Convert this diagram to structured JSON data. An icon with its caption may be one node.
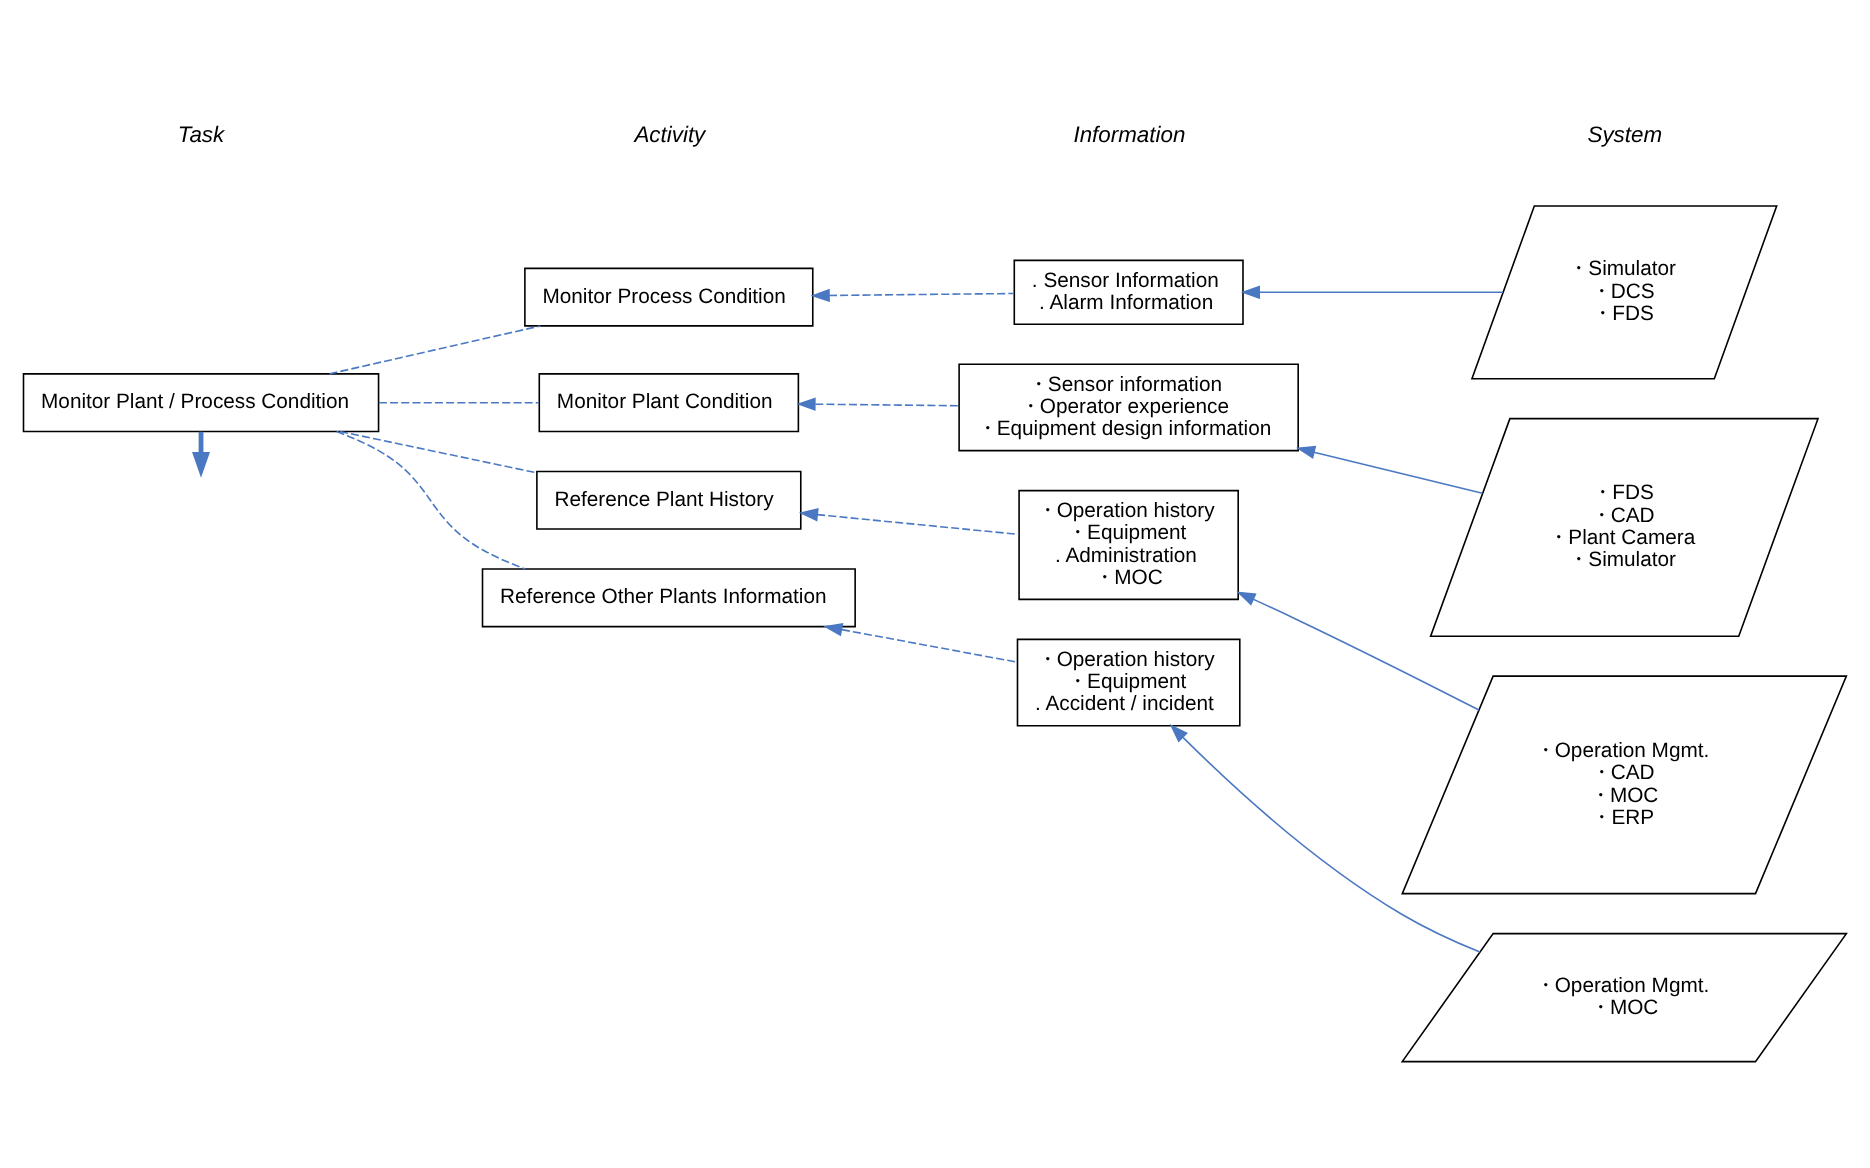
{
  "diagram": {
    "nodes": [
      {
        "text": [
          "Monitor Plant / Process Condition"
        ]
      },
      {
        "text": [
          "Monitor Process Condition"
        ]
      },
      {
        "text": [
          ". Sensor Information",
          ". Alarm Information"
        ]
      },
      {
        "text": [
          "・Simulator",
          "・DCS",
          "・FDS"
        ]
      },
      {
        "text": [
          "Monitor Plant Condition"
        ]
      },
      {
        "text": [
          "・Sensor information",
          "・Operator experience",
          "・Equipment design information"
        ]
      },
      {
        "text": [
          "・FDS",
          "・CAD",
          "・Plant Camera",
          "・Simulator"
        ]
      },
      {
        "text": [
          "Reference Plant History"
        ]
      },
      {
        "text": [
          "・Operation history",
          "・Equipment",
          ". Administration",
          "・MOC"
        ]
      },
      {
        "text": [
          "・Operation Mgmt.",
          "・CAD",
          "・MOC",
          "・ERP"
        ]
      },
      {
        "text": [
          "Reference Other Plants Information"
        ]
      },
      {
        "text": [
          "・Operation history",
          "・Equipment",
          ". Accident / incident"
        ]
      },
      {
        "text": [
          "・Operation Mgmt.",
          "・MOC"
        ]
      }
    ],
    "edges": [
      {
        "from": 3,
        "to": 2,
        "arrow": "to"
      },
      {
        "from": 2,
        "to": 1,
        "arrow": "to",
        "style": "dashed"
      },
      {
        "from": 1,
        "to": 0,
        "arrow": "none",
        "style": "dashed"
      },
      {
        "from": 6,
        "to": 5,
        "arrow": "to"
      },
      {
        "from": 5,
        "to": 4,
        "arrow": "to",
        "style": "dashed"
      },
      {
        "from": 4,
        "to": 0,
        "arrow": "none",
        "style": "dashed"
      },
      {
        "from": 9,
        "to": 8,
        "arrow": "to"
      },
      {
        "from": 8,
        "to": 7,
        "arrow": "to",
        "style": "dashed"
      },
      {
        "from": 7,
        "to": 0,
        "arrow": "none",
        "style": "dashed"
      },
      {
        "from": 12,
        "to": 11,
        "arrow": "to"
      },
      {
        "from": 11,
        "to": 10,
        "arrow": "to",
        "style": "dashed"
      },
      {
        "from": 10,
        "to": 0,
        "arrow": "none",
        "style": "dashed"
      },
      {
        "from": 0,
        "to": null,
        "arrow": "to",
        "style": "thick"
      }
    ],
    "labels": [
      "Task",
      "Activity",
      "Information",
      "System"
    ]
  }
}
